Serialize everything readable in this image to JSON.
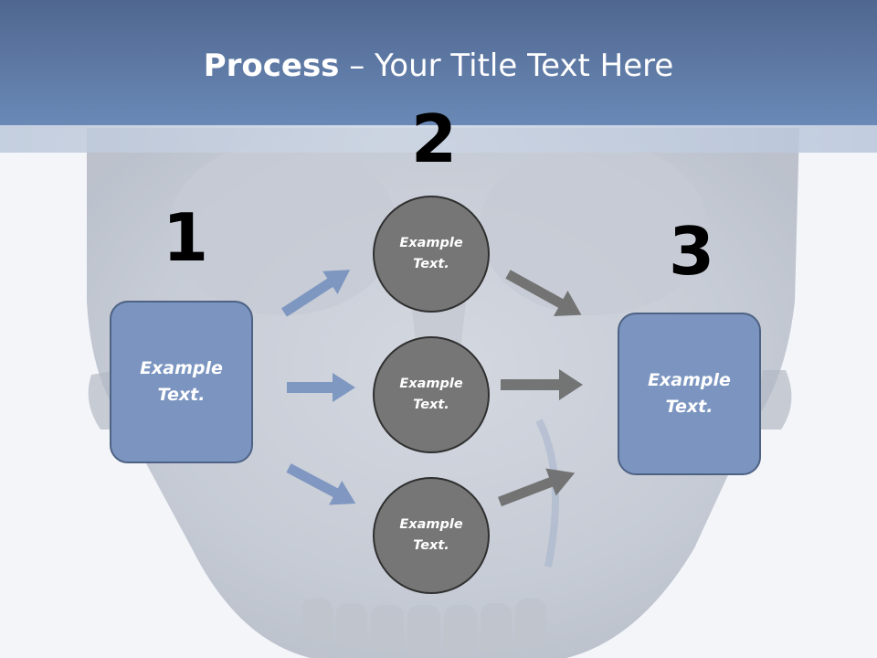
{
  "slide": {
    "title_bold": "Process",
    "title_rest": " – Your Title Text Here"
  },
  "steps": {
    "step1_number": "1",
    "step2_number": "2",
    "step3_number": "3"
  },
  "left_box": {
    "text": "Example Text."
  },
  "right_box": {
    "text": "Example Text."
  },
  "circles": [
    {
      "text": "Example Text."
    },
    {
      "text": "Example Text."
    },
    {
      "text": "Example Text."
    }
  ],
  "colors": {
    "header": "#6a89b6",
    "box_fill": "#7b95c0",
    "circle_fill": "#767676",
    "arrow_blue": "#7b95c0",
    "arrow_gray": "#6f6f6f"
  }
}
